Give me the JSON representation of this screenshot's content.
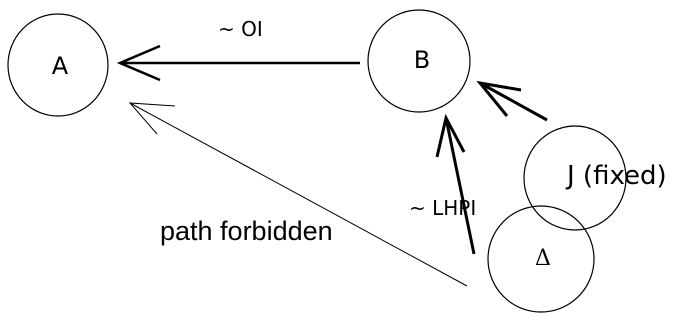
{
  "diagram": {
    "nodes": {
      "a": {
        "label": "A"
      },
      "b": {
        "label": "B"
      },
      "j": {
        "label": "J (fixed)"
      },
      "delta": {
        "label": "Δ"
      }
    },
    "edges": {
      "b_to_a": {
        "label": "~ OI"
      },
      "delta_to_b": {
        "label": "~ LHPI"
      },
      "j_to_b": {
        "label": ""
      },
      "delta_to_a": {
        "label": "path forbidden"
      }
    },
    "colors": {
      "stroke": "#000000",
      "background": "#ffffff"
    }
  }
}
